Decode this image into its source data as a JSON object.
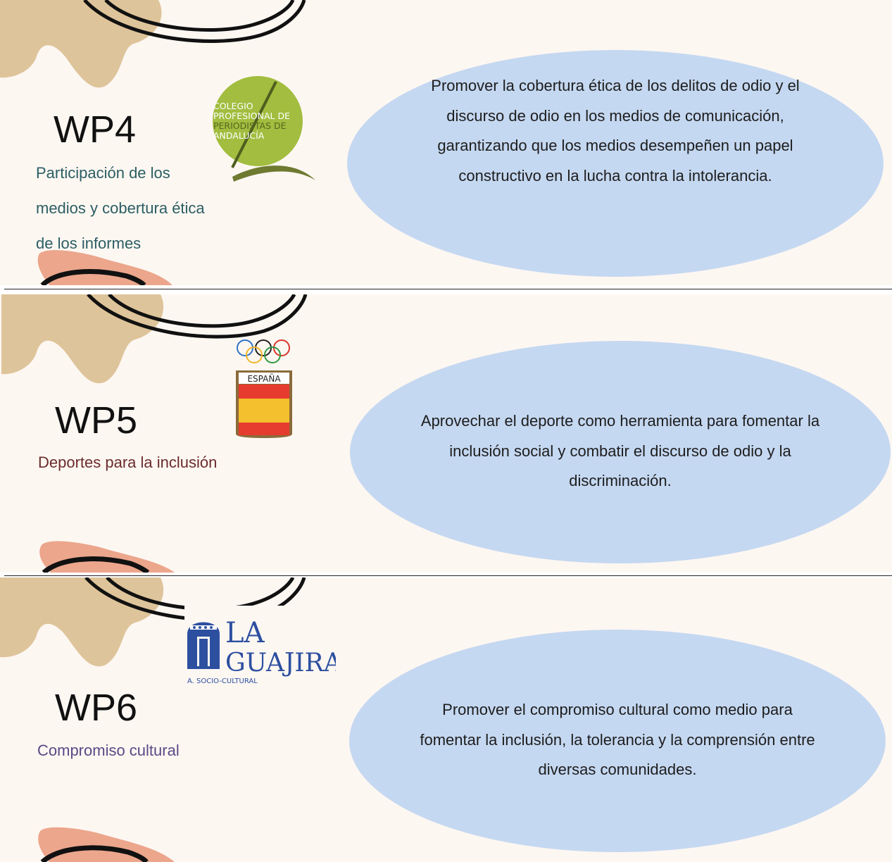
{
  "sections": [
    {
      "code": "WP4",
      "subtitle": "Participación de los medios y cobertura ética de los informes",
      "subtitle_color": "#2b5e63",
      "description": "Promover la cobertura ética de los delitos de odio y el discurso de odio en los medios de comunicación, garantizando que los medios desempeñen un papel constructivo en la lucha contra la intolerancia.",
      "logo": {
        "name": "colegio-periodistas-logo",
        "line1": "COLEGIO",
        "line2": "PROFESIONAL DE",
        "line3": "PERIODISTAS DE",
        "line4": "ANDALUCÍA",
        "color": "#a2bd3f"
      }
    },
    {
      "code": "WP5",
      "subtitle": "Deportes para la inclusión",
      "subtitle_color": "#6b2c2c",
      "description": "Aprovechar el deporte como herramienta para fomentar la inclusión social y combatir el discurso de odio y la discriminación.",
      "logo": {
        "name": "olympic-spain-shield-logo",
        "label": "ESPAÑA",
        "colors": [
          "#e63c2f",
          "#f4c02d"
        ]
      }
    },
    {
      "code": "WP6",
      "subtitle": "Compromiso cultural",
      "subtitle_color": "#5a4a86",
      "description": "Promover el compromiso cultural como medio para fomentar la inclusión, la tolerancia y la comprensión entre diversas comunidades.",
      "logo": {
        "name": "la-guajira-logo",
        "line1": "LA",
        "line2": "GUAJIRA",
        "line3": "A. SOCIO-CULTURAL",
        "color": "#2d4fa0"
      }
    }
  ],
  "colors": {
    "panel_bg": "#fdf7f2",
    "ellipse_bg": "#c5d8f1",
    "beige_blob": "#dec49a",
    "salmon_blob": "#eca68c"
  }
}
